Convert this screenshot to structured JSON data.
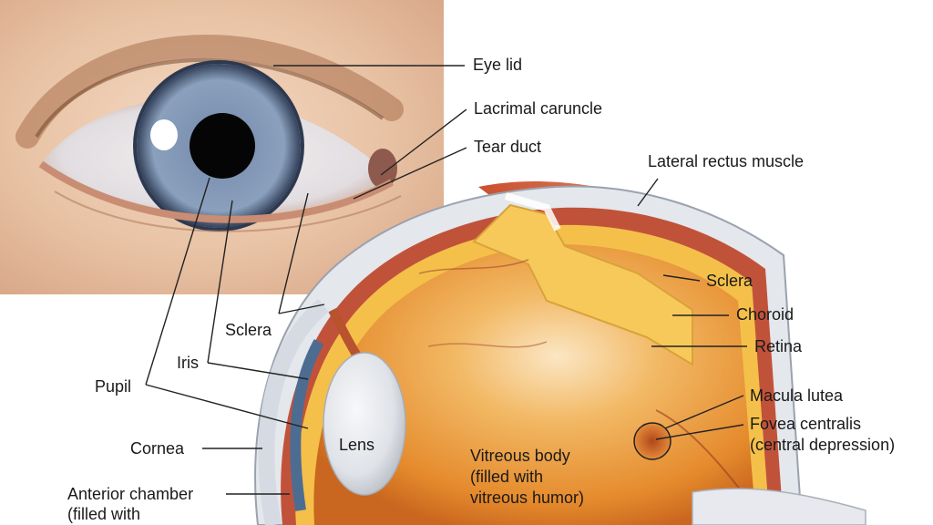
{
  "labels": {
    "eye_lid": "Eye lid",
    "lacrimal_caruncle": "Lacrimal caruncle",
    "tear_duct": "Tear duct",
    "lateral_rectus": "Lateral rectus muscle",
    "sclera_right": "Sclera",
    "choroid": "Choroid",
    "retina": "Retina",
    "macula_lutea": "Macula lutea",
    "fovea_line1": "Fovea centralis",
    "fovea_line2": "(central depression)",
    "sclera_left": "Sclera",
    "iris": "Iris",
    "pupil": "Pupil",
    "cornea": "Cornea",
    "lens": "Lens",
    "vitreous_line1": "Vitreous body",
    "vitreous_line2": "(filled with",
    "vitreous_line3": "vitreous humor)",
    "anterior_line1": "Anterior chamber",
    "anterior_line2": "(filled with"
  },
  "colors": {
    "skin": "#e9c4a6",
    "iris": "#8095b2",
    "pupil": "#050505",
    "sclera_white": "#e9e7ea",
    "vitreous": "#e8932f",
    "retina_yellow": "#f4c04a",
    "choroid_red": "#c1523a",
    "muscle": "#d46a45",
    "leader_line": "#222222"
  }
}
